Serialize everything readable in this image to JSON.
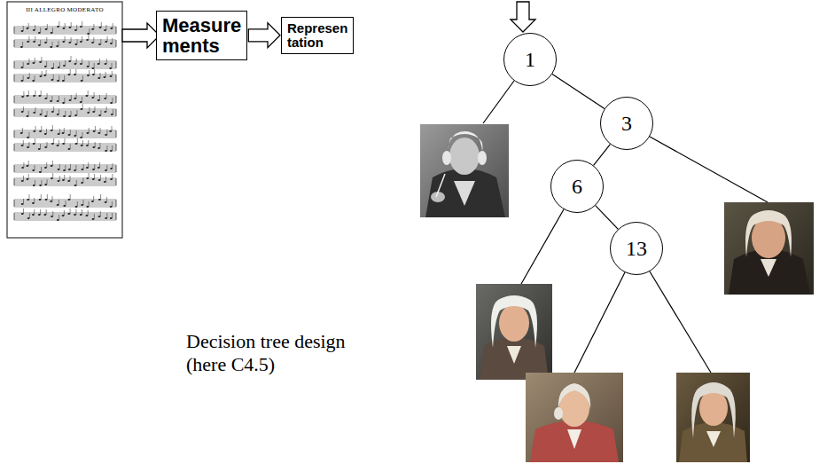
{
  "diagram": {
    "nodes": [
      {
        "text": [
          "Measure ments"
        ]
      },
      {
        "text": [
          "Represen tation"
        ]
      },
      {
        "text": [
          "1"
        ]
      },
      {
        "text": [
          "3"
        ]
      },
      {
        "text": [
          "6"
        ]
      },
      {
        "text": [
          "13"
        ]
      }
    ],
    "edges": [
      {
        "from": 0,
        "to": 1,
        "arrow": "to"
      },
      {
        "from": 2,
        "to": 3,
        "arrow": "none"
      },
      {
        "from": 3,
        "to": 4,
        "arrow": "none"
      },
      {
        "from": 4,
        "to": 5,
        "arrow": "none"
      }
    ],
    "labels": [
      "III ALLEGRO MODERATO",
      "Decision tree design (here C4.5)"
    ]
  }
}
